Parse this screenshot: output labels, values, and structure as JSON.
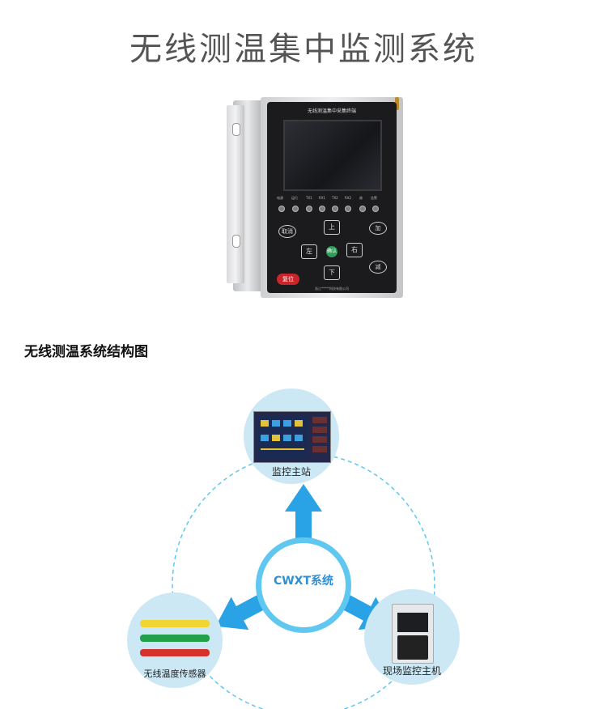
{
  "page_title": "无线测温集中监测系统",
  "device": {
    "label": "无线测温集中采集终端",
    "leds": [
      "电源",
      "运行",
      "TX1",
      "RX1",
      "TX2",
      "RX2",
      "故",
      "告警"
    ],
    "keys": {
      "cancel": "取消",
      "up": "上",
      "add": "加",
      "left": "左",
      "confirm": "确认",
      "right": "右",
      "down": "下",
      "minus": "减",
      "reset": "复位"
    },
    "footer": "浙江*****科技有限公司"
  },
  "section_heading": "无线测温系统结构图",
  "diagram": {
    "center": "CWXT系统",
    "nodes": {
      "top": "监控主站",
      "left": "无线温度传感器",
      "right": "现场监控主机"
    },
    "colors": {
      "arrow": "#2aa3e6",
      "ring": "#5fc7f0",
      "node_bg": "#cce8f5"
    }
  }
}
